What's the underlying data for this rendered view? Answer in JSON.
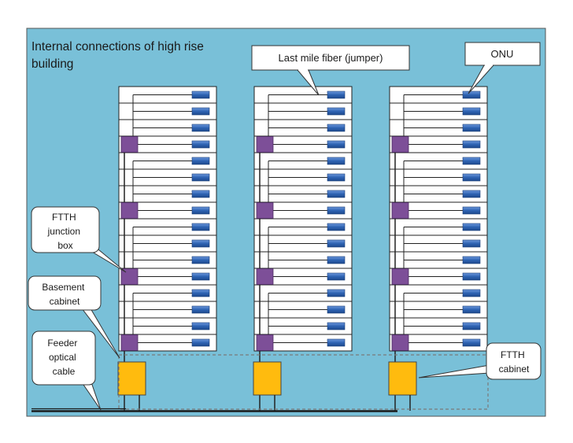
{
  "title_lines": [
    "Internal connections of  high rise",
    "building"
  ],
  "labels": {
    "last_mile": "Last mile fiber (jumper)",
    "onu": "ONU",
    "ftth_junction_box": [
      "FTTH",
      "junction",
      "box"
    ],
    "basement_cabinet": [
      "Basement",
      "cabinet"
    ],
    "feeder_cable": [
      "Feeder",
      "optical",
      "cable"
    ],
    "ftth_cabinet": [
      "FTTH",
      "cabinet"
    ]
  },
  "building_count": 3,
  "floors_per_building": 16,
  "junction_box_floors_from_top": [
    4,
    8,
    12,
    16
  ],
  "colors": {
    "background": "#79c0d8",
    "floor_fill": "#ffffff",
    "onu": "#2e63b3",
    "junction_box": "#7d4f98",
    "cabinet": "#ffbb0e",
    "feeder": "#1a1a1a"
  },
  "icons": {
    "onu": "onu-device-icon",
    "junction_box": "junction-box-icon",
    "cabinet": "ftth-cabinet-icon"
  }
}
